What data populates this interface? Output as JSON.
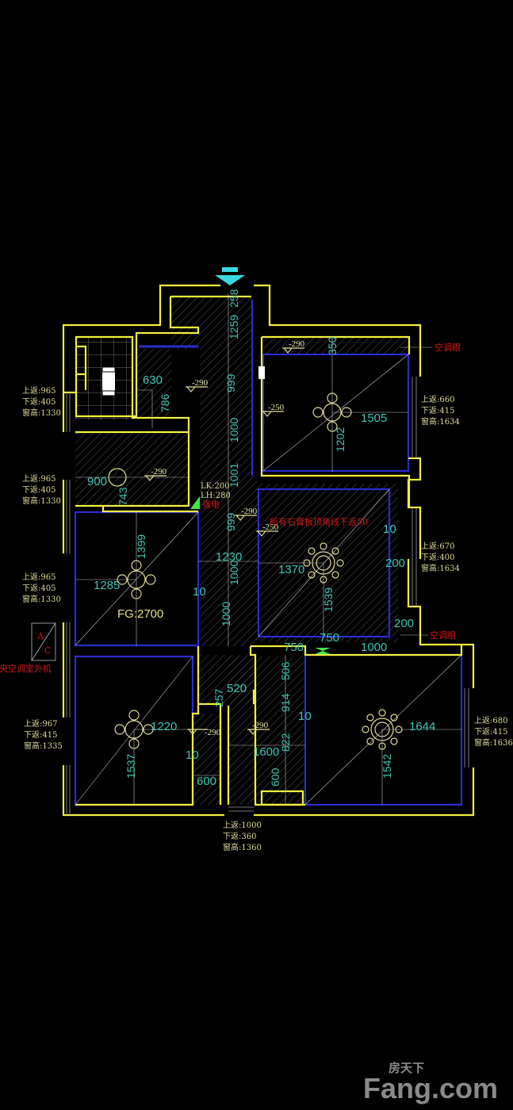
{
  "dims": [
    "258",
    "1259",
    "630",
    "786",
    "999",
    "1000",
    "1001",
    "900",
    "743",
    "350",
    "1505",
    "1202",
    "999",
    "1230",
    "1000",
    "1000",
    "1399",
    "1285",
    "10",
    "FG:2700",
    "1370",
    "1539",
    "10",
    "200",
    "200",
    "750",
    "750",
    "1000",
    "520",
    "257",
    "506",
    "914",
    "10",
    "822",
    "1600",
    "600",
    "1220",
    "1537",
    "10",
    "600",
    "1644",
    "1542"
  ],
  "levels": [
    "-290",
    "-290",
    "-290",
    "-290",
    "-290",
    "-290",
    "-250",
    "-250"
  ],
  "window_notes": [
    {
      "up": "上返:965",
      "down": "下返:405",
      "height": "窗高:1330"
    },
    {
      "up": "上返:965",
      "down": "下返:405",
      "height": "窗高:1330"
    },
    {
      "up": "上返:965",
      "down": "下返:405",
      "height": "窗高:1330"
    },
    {
      "up": "上返:967",
      "down": "下返:415",
      "height": "窗高:1335"
    },
    {
      "up": "上返:660",
      "down": "下返:415",
      "height": "窗高:1634"
    },
    {
      "up": "上返:670",
      "down": "下返:400",
      "height": "窗高:1634"
    },
    {
      "up": "上返:680",
      "down": "下返:415",
      "height": "窗高:1636"
    },
    {
      "up": "上返:1000",
      "down": "下返:360",
      "height": "窗高:1360"
    }
  ],
  "annotations": {
    "ac_hole_1": "空调眼",
    "ac_hole_2": "空调眼",
    "strong_power": "强电",
    "lk": "LK:200",
    "lh": "LH:280",
    "ac_outdoor": "中央空调室外机",
    "ac_box_a": "A",
    "ac_box_c": "C",
    "living_note": "所有石膏板顶角线下返50"
  },
  "watermark": {
    "cn": "房天下",
    "en": "Fang.com"
  },
  "colors": {
    "wall": "#f2f03c",
    "ceiling": "#2b2bd0",
    "dimension": "#3fc6b4",
    "note": "#e0dc9a",
    "red": "#d01818",
    "background": "#000000"
  }
}
